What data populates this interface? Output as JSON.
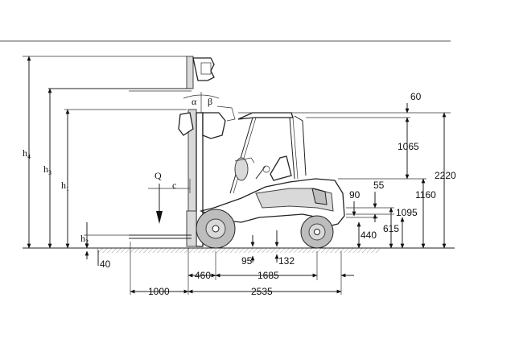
{
  "symbols": {
    "h4": "h",
    "h4_sub": "4",
    "h3": "h",
    "h3_sub": "3",
    "h1": "h",
    "h1_sub": "1",
    "h2": "h",
    "h2_sub": "2",
    "Q": "Q",
    "c": "c",
    "alpha": "α",
    "beta": "β"
  },
  "dimensions": {
    "d60": "60",
    "d1065": "1065",
    "d2220": "2220",
    "d55": "55",
    "d90": "90",
    "d1160": "1160",
    "d1095": "1095",
    "d615": "615",
    "d440": "440",
    "d40": "40",
    "d95": "95",
    "d132": "132",
    "d460": "460",
    "d1685": "1685",
    "d1000": "1000",
    "d2535": "2535"
  },
  "colors": {
    "line": "#222222",
    "fill_grey": "#d9d9d9",
    "ground": "#8a8a8a"
  }
}
